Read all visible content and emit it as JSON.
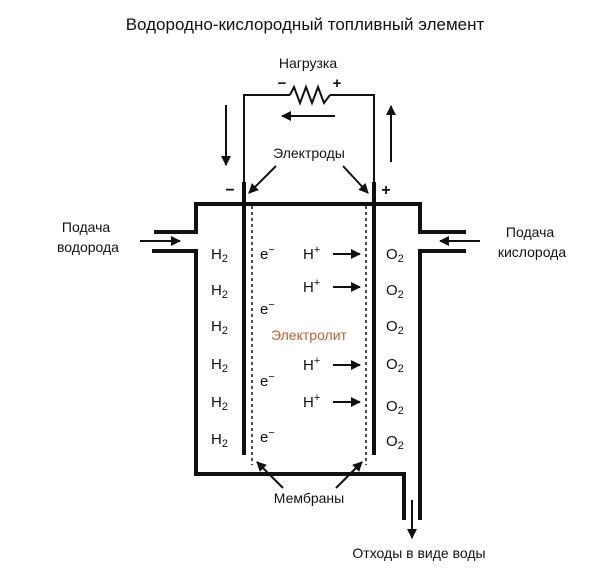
{
  "title": "Водородно-кислородный топливный элемент",
  "load_label": "Нагрузка",
  "load_minus": "−",
  "load_plus": "+",
  "electrodes_label": "Электроды",
  "anode_sign": "−",
  "cathode_sign": "+",
  "hydrogen_feed": {
    "line1": "Подача",
    "line2": "водорода"
  },
  "oxygen_feed": {
    "line1": "Подача",
    "line2": "кислорода"
  },
  "electrolyte_label": "Электролит",
  "membranes_label": "Мембраны",
  "water_waste_label": "Отходы в виде воды",
  "h2": {
    "main": "H",
    "sub": "2"
  },
  "o2": {
    "main": "O",
    "sub": "2"
  },
  "electron": {
    "main": "e",
    "sup": "−"
  },
  "proton": {
    "main": "H",
    "sup": "+"
  },
  "colors": {
    "electrolyte": "#c0622d",
    "line": "#111111"
  }
}
